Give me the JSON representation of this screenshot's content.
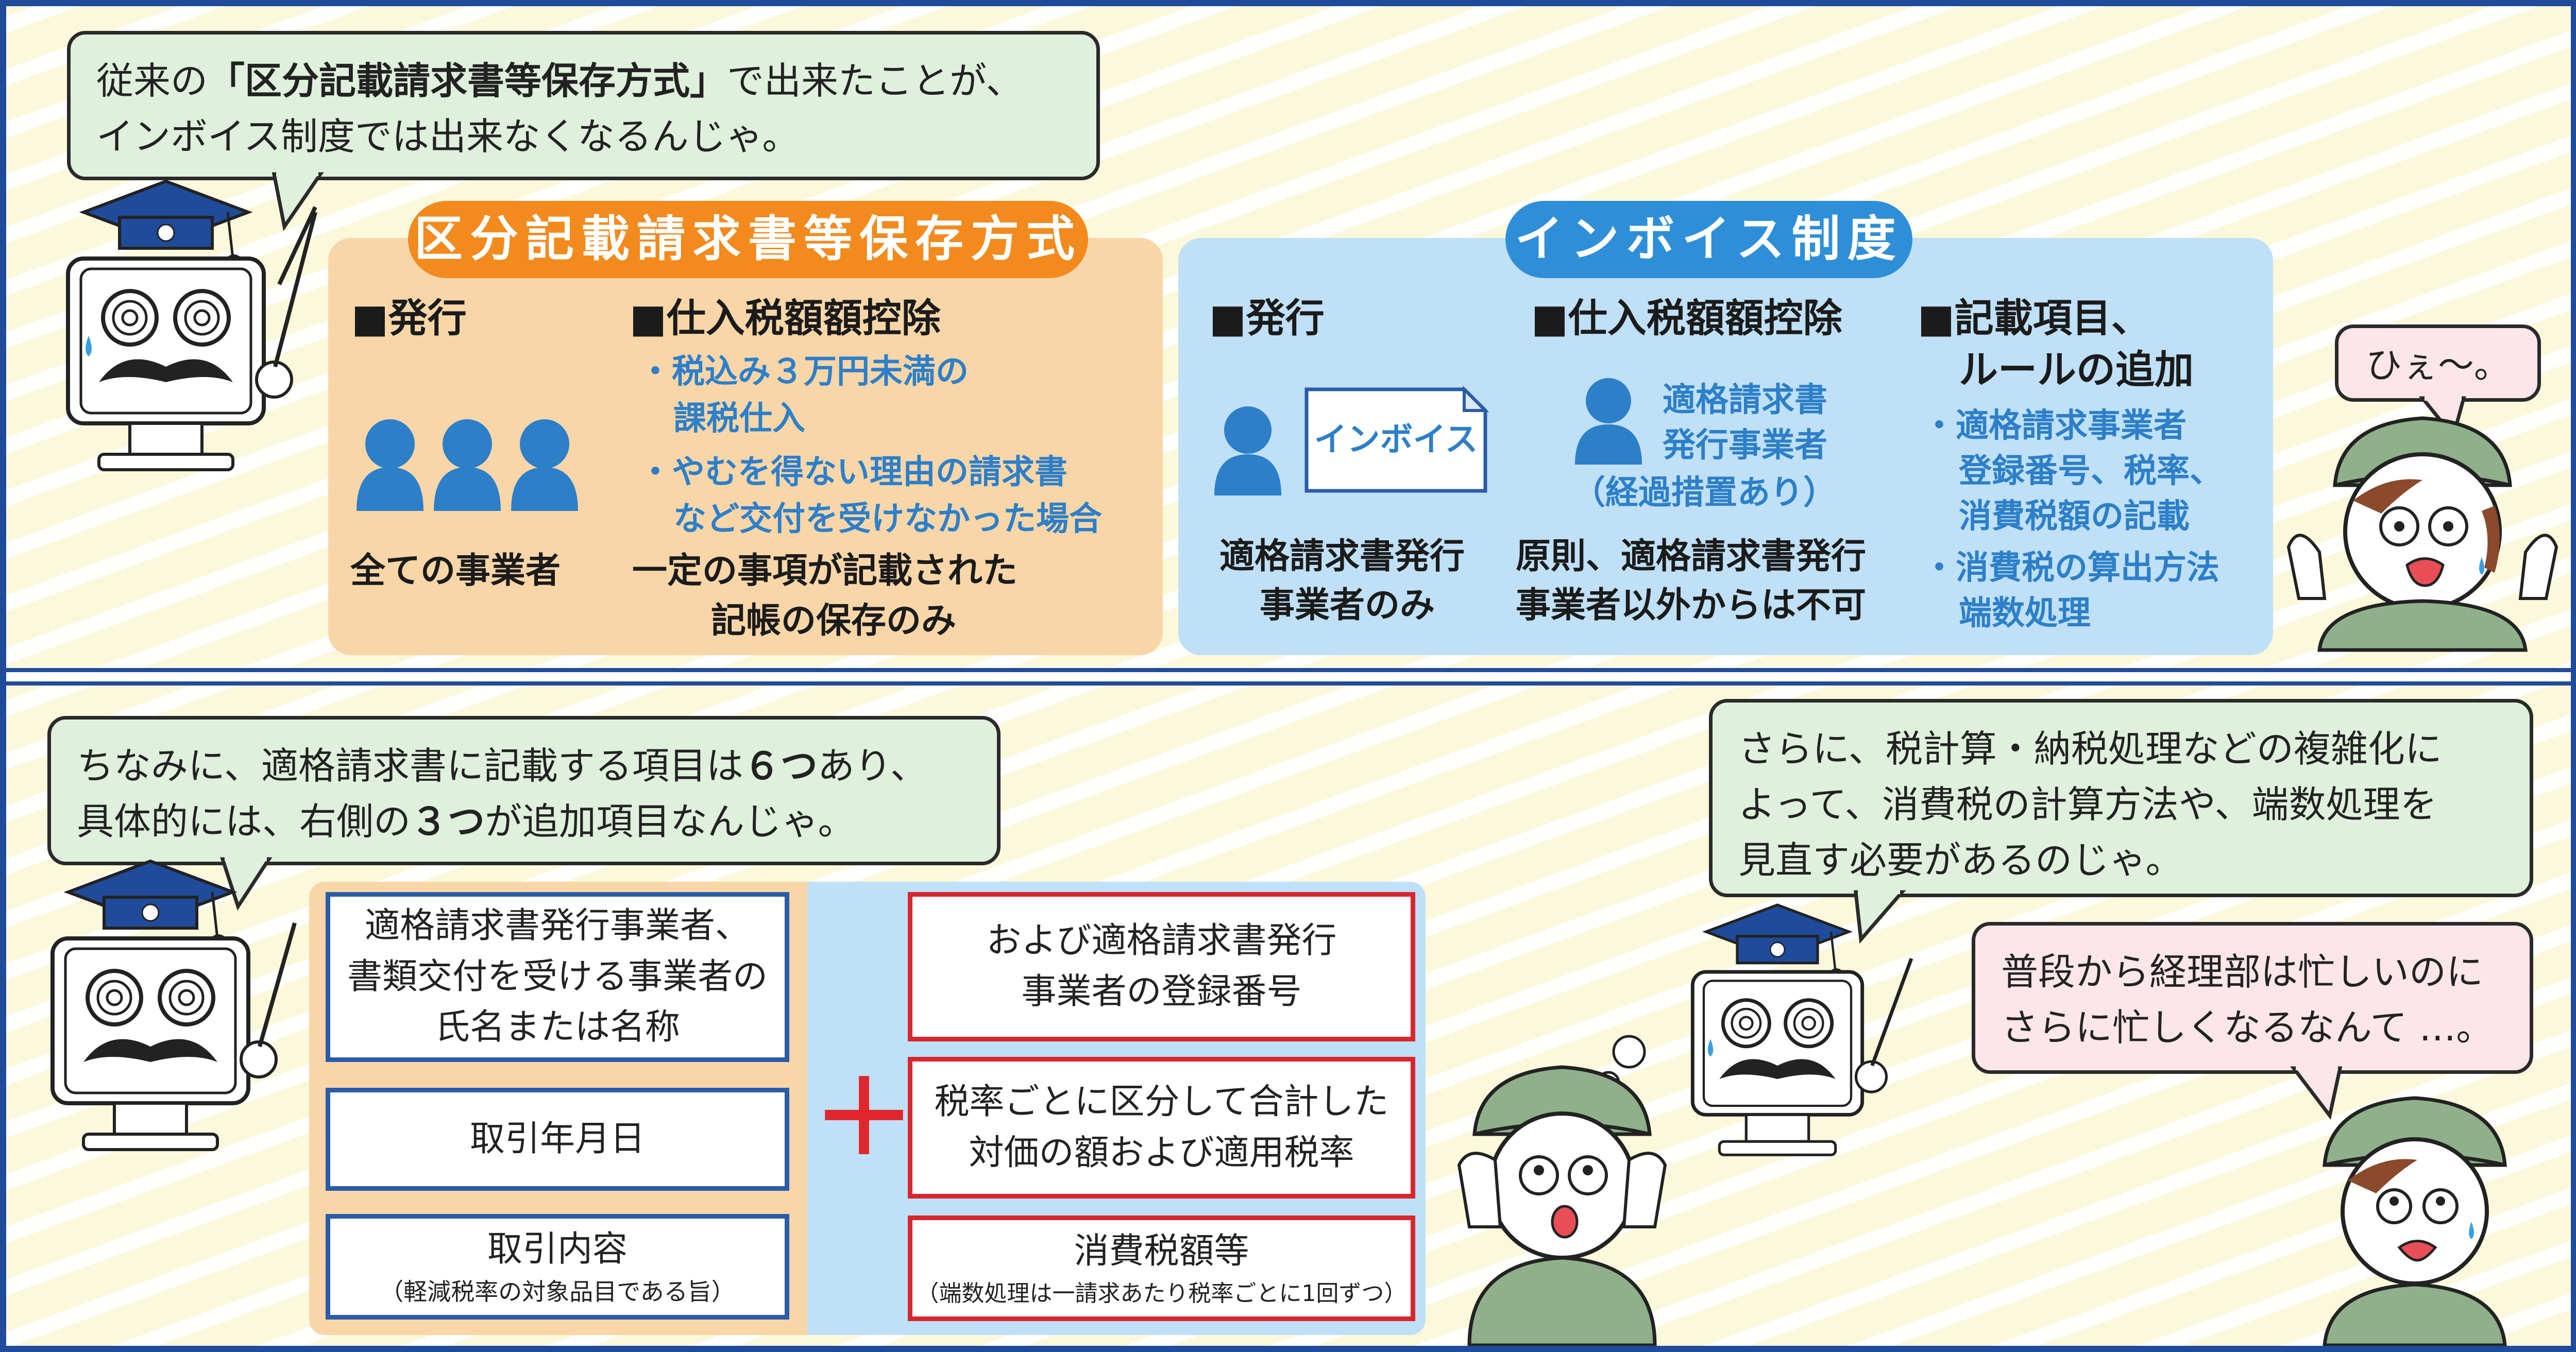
{
  "top_bubble": {
    "lines": [
      [
        "従来の",
        "「区分記載請求書等保存方式」",
        "で出来たことが、"
      ],
      [
        "インボイス制度では出来なくなるんじゃ。"
      ]
    ]
  },
  "left_panel": {
    "title": "区分記載請求書等保存方式",
    "issue_head": "■発行",
    "issue_caption": "全ての事業者",
    "deduct_head": "■仕入税額額控除",
    "deduct_items": [
      "・税込み３万円未満の",
      "課税仕入",
      "・やむを得ない理由の請求書",
      "など交付を受けなかった場合"
    ],
    "deduct_caption": [
      "一定の事項が記載された",
      "記帳の保存のみ"
    ],
    "color": "#f9d6a8",
    "title_color": "#f28a1e"
  },
  "right_panel": {
    "title": "インボイス制度",
    "issue_head": "■発行",
    "invoice_doc": "インボイス",
    "issue_caption": [
      "適格請求書発行",
      "事業者のみ"
    ],
    "deduct_head": "■仕入税額額控除",
    "deduct_note": [
      "適格請求書",
      "発行事業者",
      "（経過措置あり）"
    ],
    "deduct_caption": [
      "原則、適格請求書発行",
      "事業者以外からは不可"
    ],
    "rule_head": [
      "■記載項目、",
      "ルールの追加"
    ],
    "rule_items": [
      "・適格請求事業者",
      "登録番号、税率、",
      "消費税額の記載",
      "・消費税の算出方法",
      "端数処理"
    ],
    "color": "#bfe0f6",
    "title_color": "#2e8fd8"
  },
  "worker_bubble_1": {
    "text": "ひぇ〜。"
  },
  "bottom_left_bubble": {
    "lines": [
      [
        "ちなみに、適格請求書に記載する項目は",
        "６つ",
        "あり、"
      ],
      [
        "具体的には、右側の",
        "３つ",
        "が追加項目なんじゃ。"
      ]
    ]
  },
  "existing_items": [
    {
      "lines": [
        "適格請求書発行事業者、",
        "書類交付を受ける事業者の",
        "氏名または名称"
      ]
    },
    {
      "lines": [
        "取引年月日"
      ]
    },
    {
      "lines": [
        "取引内容"
      ],
      "note": "（軽減税率の対象品目である旨）"
    }
  ],
  "plus_sign": "＋",
  "added_items": [
    {
      "lines": [
        "および適格請求書発行",
        "事業者の登録番号"
      ]
    },
    {
      "lines": [
        "税率ごとに区分して合計した",
        "対価の額および適用税率"
      ]
    },
    {
      "lines": [
        "消費税額等"
      ],
      "note": "（端数処理は一請求あたり税率ごとに1回ずつ）"
    }
  ],
  "bottom_right_bubble": {
    "lines": [
      "さらに、税計算・納税処理などの複雑化に",
      "よって、消費税の計算方法や、端数処理を",
      "見直す必要があるのじゃ。"
    ]
  },
  "worker_bubble_2": {
    "lines": [
      "普段から経理部は忙しいのに",
      "さらに忙しくなるなんて …。"
    ]
  },
  "colors": {
    "frame": "#1f4b9a",
    "background": "#fbf8dc",
    "bubble_green": "#dff0dc",
    "bubble_pink": "#fde6ea",
    "person_blue": "#2d7fc8",
    "plus_red": "#e0262c"
  }
}
